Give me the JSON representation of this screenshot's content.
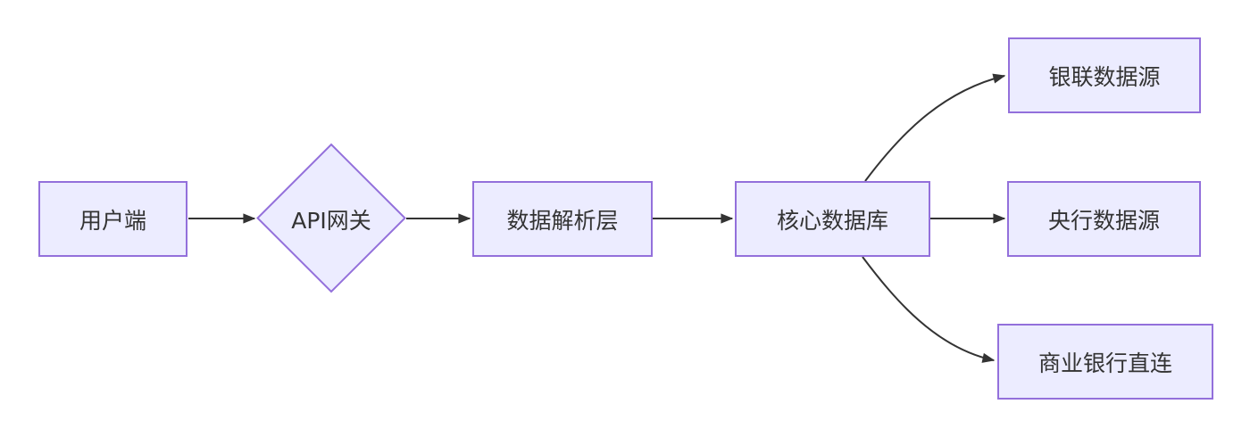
{
  "diagram": {
    "type": "flowchart",
    "direction": "left-to-right",
    "nodes": {
      "client": {
        "label": "用户端",
        "shape": "rectangle"
      },
      "gateway": {
        "label": "API网关",
        "shape": "diamond"
      },
      "parser": {
        "label": "数据解析层",
        "shape": "rectangle"
      },
      "core_db": {
        "label": "核心数据库",
        "shape": "rectangle"
      },
      "unionpay": {
        "label": "银联数据源",
        "shape": "rectangle"
      },
      "central_bank": {
        "label": "央行数据源",
        "shape": "rectangle"
      },
      "commercial": {
        "label": "商业银行直连",
        "shape": "rectangle"
      }
    },
    "edges": [
      {
        "from": "client",
        "to": "gateway",
        "style": "straight-arrow"
      },
      {
        "from": "gateway",
        "to": "parser",
        "style": "straight-arrow"
      },
      {
        "from": "parser",
        "to": "core_db",
        "style": "straight-arrow"
      },
      {
        "from": "core_db",
        "to": "unionpay",
        "style": "curved-arrow-up"
      },
      {
        "from": "core_db",
        "to": "central_bank",
        "style": "straight-arrow"
      },
      {
        "from": "core_db",
        "to": "commercial",
        "style": "curved-arrow-down"
      }
    ],
    "colors": {
      "node_fill": "#ECECFF",
      "node_border": "#9370DB",
      "edge": "#333333",
      "text": "#333333",
      "background": "#FFFFFF"
    }
  }
}
